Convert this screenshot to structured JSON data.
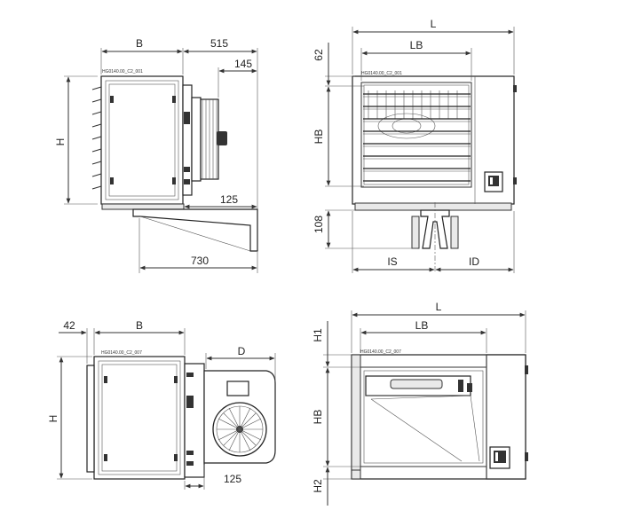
{
  "views": {
    "top_left": {
      "drawing_code": "HG0140.00_C2_001",
      "dimensions": {
        "B": "B",
        "depth_515": "515",
        "fan_145": "145",
        "H": "H",
        "bottom_125": "125",
        "bracket_730": "730"
      }
    },
    "top_right": {
      "drawing_code": "HG0140.00_C2_001",
      "dimensions": {
        "L": "L",
        "LB": "LB",
        "top_62": "62",
        "HB": "HB",
        "bottom_108": "108",
        "IS": "IS",
        "ID": "ID"
      }
    },
    "bottom_left": {
      "drawing_code": "HG0140.00_C2_007",
      "dimensions": {
        "offset_42": "42",
        "B": "B",
        "H": "H",
        "D": "D",
        "bottom_125": "125"
      }
    },
    "bottom_right": {
      "drawing_code": "HG0140.00_C2_007",
      "dimensions": {
        "L": "L",
        "LB": "LB",
        "H1": "H1",
        "HB": "HB",
        "H2": "H2"
      }
    }
  }
}
